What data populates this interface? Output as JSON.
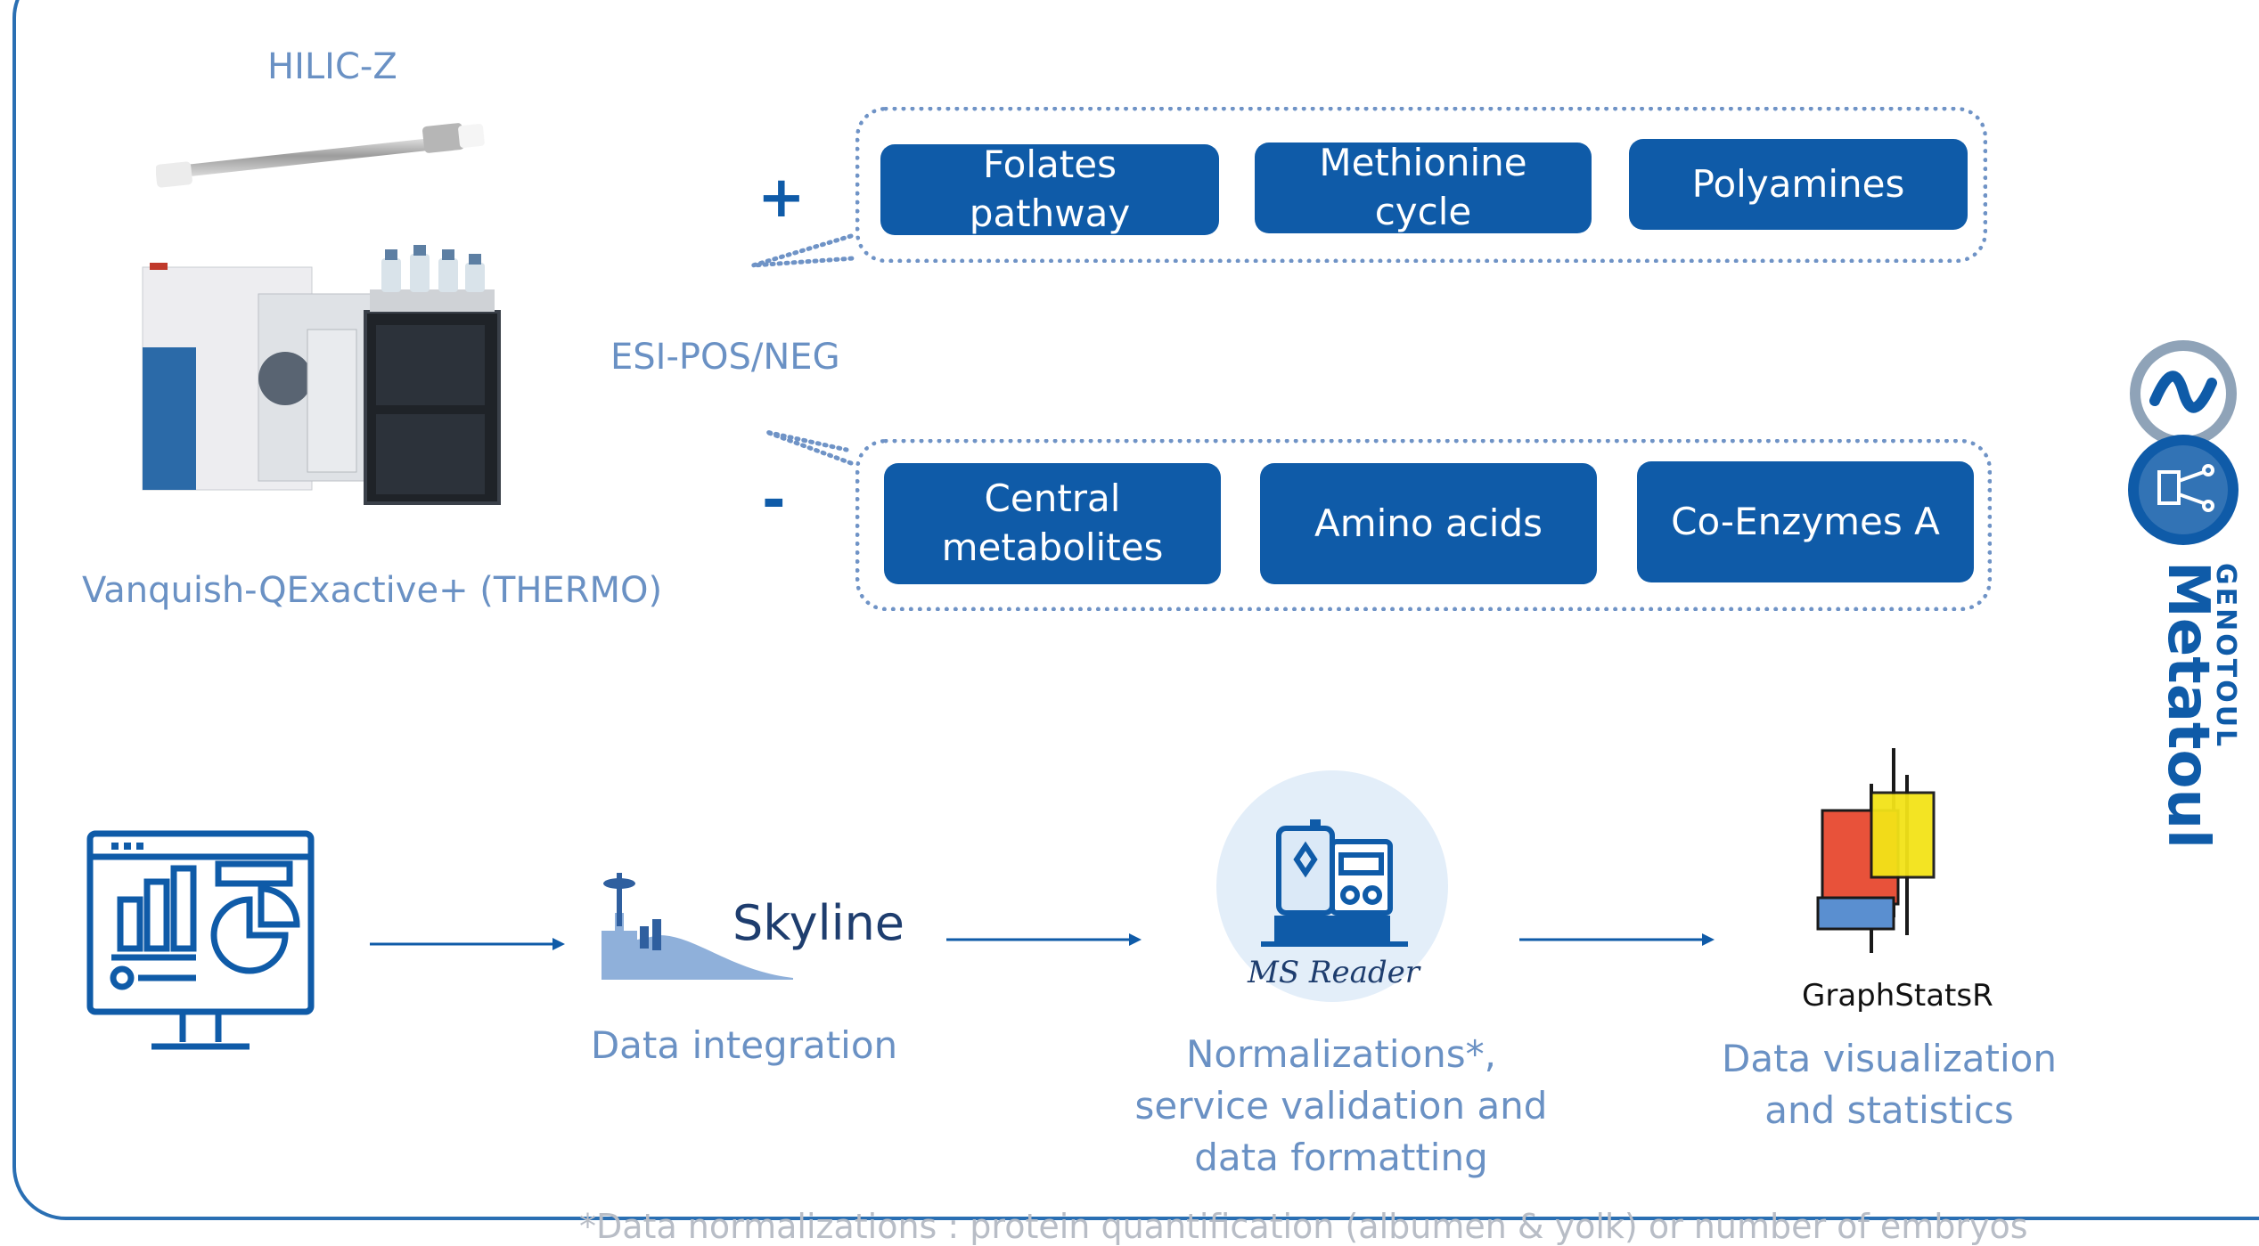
{
  "top": {
    "column_label": "HILIC-Z",
    "instrument_label": "Vanquish-QExactive+ (THERMO)",
    "ionization_label": "ESI-POS/NEG",
    "positive_sign": "+",
    "negative_sign": "-",
    "positive_chips": [
      "Folates pathway",
      "Methionine cycle",
      "Polyamines"
    ],
    "negative_chips": [
      "Central metabolites",
      "Amino acids",
      "Co-Enzymes A"
    ]
  },
  "workflow": {
    "skyline_logo_text": "Skyline",
    "ms_reader_logo_text": "MS Reader",
    "graphstats_title": "GraphStatsR",
    "steps": [
      {
        "label": "Data integration"
      },
      {
        "label": "Normalizations*, service validation and data formatting"
      },
      {
        "label": "Data visualization and statistics"
      }
    ]
  },
  "footnote": "*Data normalizations : protein quantification (albumen & yolk) or number of embryos",
  "logo": {
    "small": "GENOTOUL",
    "big": "Metatoul"
  },
  "colors": {
    "primary": "#0f5ba8",
    "label": "#6a91c4",
    "dotted": "#6f93c6"
  }
}
